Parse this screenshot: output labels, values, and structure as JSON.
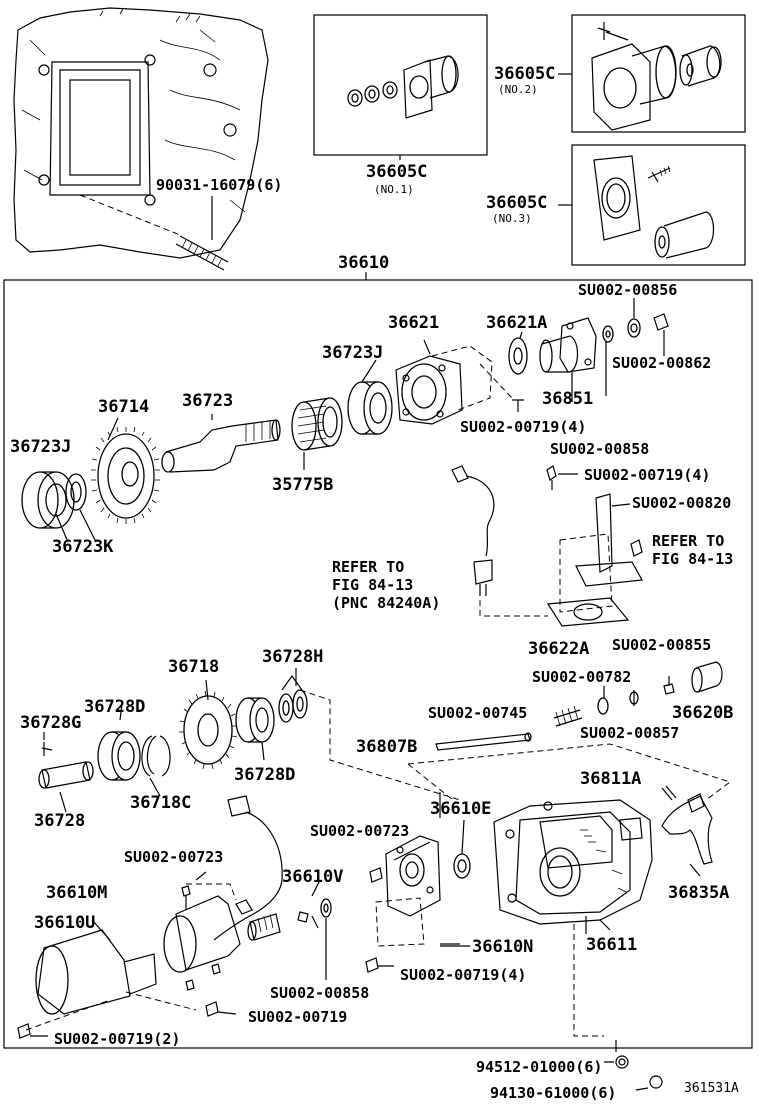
{
  "labels": {
    "l_90031": "90031-16079(6)",
    "l_36605c_top": "36605C",
    "l_no1": "(NO.1)",
    "l_36605c_r1": "36605C",
    "l_no2": "(NO.2)",
    "l_36605c_r2": "36605C",
    "l_no3": "(NO.3)",
    "l_36610": "36610",
    "l_su00856": "SU002-00856",
    "l_36621": "36621",
    "l_36621a": "36621A",
    "l_su00862": "SU002-00862",
    "l_36723j_a": "36723J",
    "l_36851": "36851",
    "l_36714": "36714",
    "l_36723": "36723",
    "l_su00719_a": "SU002-00719(4)",
    "l_36723j_b": "36723J",
    "l_su00858_a": "SU002-00858",
    "l_35775b": "35775B",
    "l_su00719_b": "SU002-00719(4)",
    "l_su00820": "SU002-00820",
    "l_36723k": "36723K",
    "l_refer1a": "REFER TO",
    "l_refer1b": "FIG 84-13",
    "l_refer2a": "REFER TO",
    "l_refer2b": "FIG 84-13",
    "l_pnc": "(PNC 84240A)",
    "l_36622a": "36622A",
    "l_su00855": "SU002-00855",
    "l_36718": "36718",
    "l_36728h": "36728H",
    "l_su00782": "SU002-00782",
    "l_36728d_a": "36728D",
    "l_36728g": "36728G",
    "l_su00745": "SU002-00745",
    "l_36620b": "36620B",
    "l_su00857": "SU002-00857",
    "l_36807b": "36807B",
    "l_36728d_b": "36728D",
    "l_36718c": "36718C",
    "l_36811a": "36811A",
    "l_36728": "36728",
    "l_36610e": "36610E",
    "l_su00723_a": "SU002-00723",
    "l_36610v": "36610V",
    "l_36835a": "36835A",
    "l_su00723_b": "SU002-00723",
    "l_36610m": "36610M",
    "l_36610u": "36610U",
    "l_36610n": "36610N",
    "l_36611": "36611",
    "l_su00719_c": "SU002-00719(4)",
    "l_su00858_b": "SU002-00858",
    "l_su00719_d": "SU002-00719",
    "l_su00719_e": "SU002-00719(2)",
    "l_94512": "94512-01000(6)",
    "l_94130": "94130-61000(6)",
    "l_figid": "361531A"
  }
}
